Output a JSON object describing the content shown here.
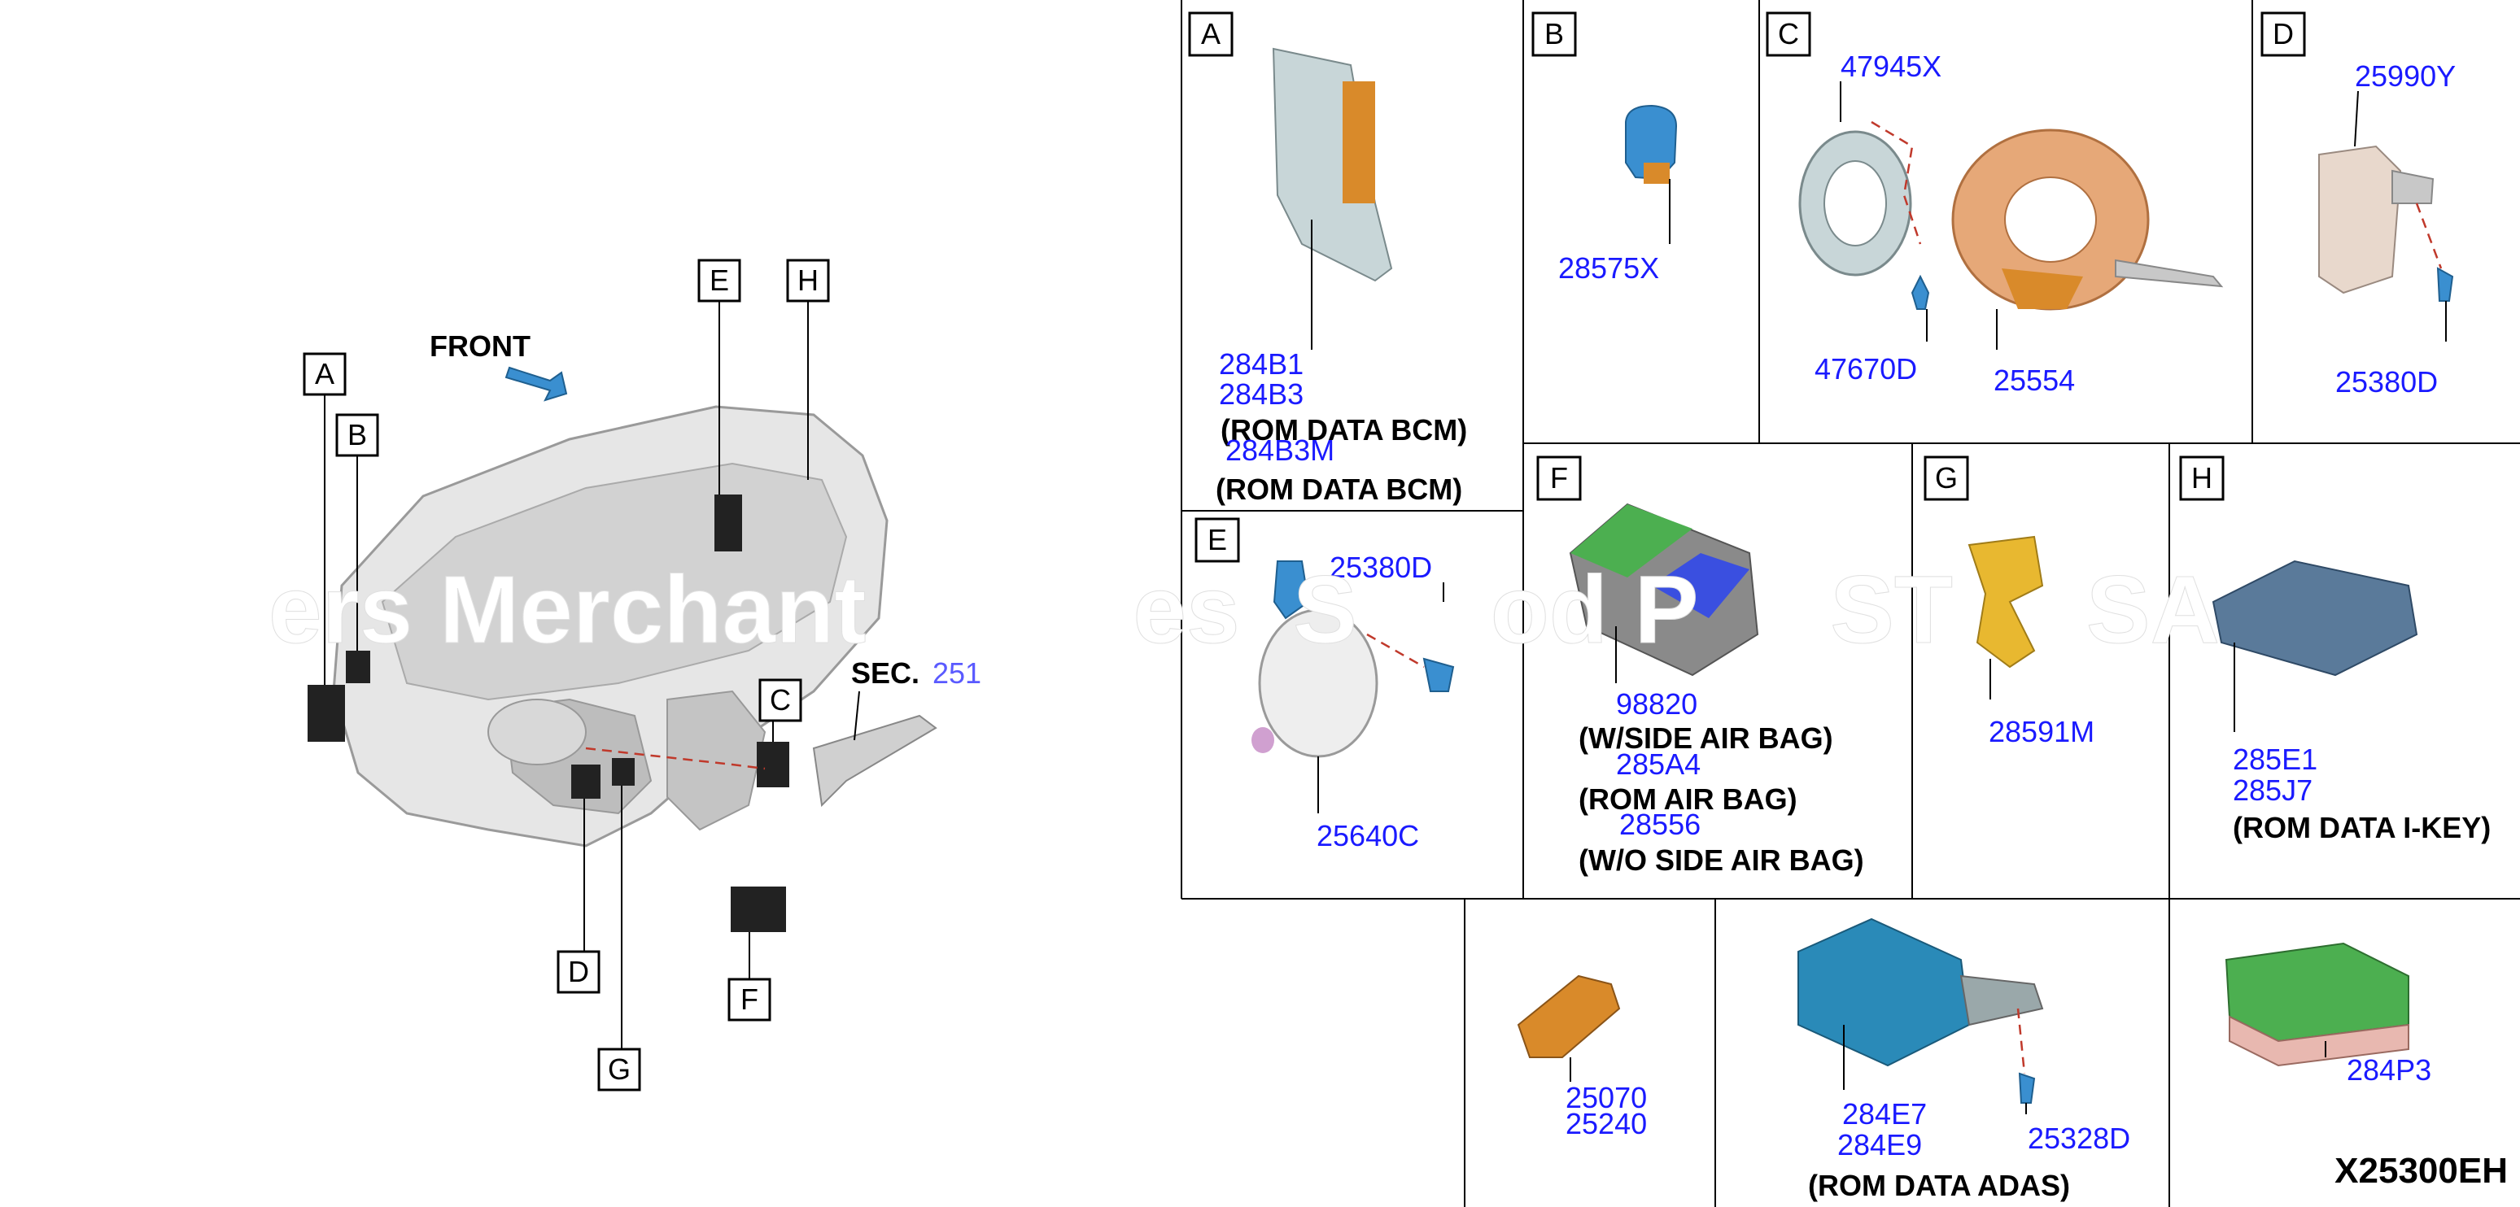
{
  "watermark": "ers Merchant          es  S     od P     ST     SA",
  "overview": {
    "front_label": "FRONT",
    "sec_label": "SEC.",
    "sec_number": "251",
    "callouts": {
      "A": "A",
      "B": "B",
      "C": "C",
      "D": "D",
      "E": "E",
      "F": "F",
      "G": "G",
      "H": "H"
    }
  },
  "panels": {
    "A": {
      "letter": "A",
      "parts": [
        "284B1",
        "284B3",
        "284B3M"
      ],
      "notes": [
        "(ROM DATA BCM)",
        "(ROM DATA BCM)"
      ]
    },
    "B": {
      "letter": "B",
      "parts": [
        "28575X"
      ]
    },
    "C": {
      "letter": "C",
      "parts": [
        "47945X",
        "47670D",
        "25554"
      ]
    },
    "D": {
      "letter": "D",
      "parts": [
        "25990Y",
        "25380D"
      ]
    },
    "E": {
      "letter": "E",
      "parts": [
        "25380D",
        "25640C"
      ]
    },
    "F": {
      "letter": "F",
      "parts": [
        "98820",
        "285A4",
        "28556"
      ],
      "notes": [
        "(W/SIDE AIR BAG)",
        "(ROM AIR BAG)",
        "(W/O SIDE AIR BAG)"
      ]
    },
    "G": {
      "letter": "G",
      "parts": [
        "28591M"
      ]
    },
    "H": {
      "letter": "H",
      "parts": [
        "285E1",
        "285J7"
      ],
      "notes": [
        "(ROM DATA I-KEY)"
      ]
    },
    "row3": {
      "sensor_parts": [
        "25070",
        "25240"
      ],
      "adas_parts": [
        "284E7",
        "284E9",
        "25328D"
      ],
      "adas_note": "(ROM DATA ADAS)",
      "module_part": "284P3"
    }
  },
  "diagram_code": "X25300EH",
  "colors": {
    "part_number": "#1a1aff",
    "sec_number": "#5a5aff",
    "part_blue": "#3a8fd0",
    "part_orange": "#d98a2a",
    "part_gray": "#c8c8c8",
    "part_green": "#4caf50",
    "part_yellow": "#e8b830",
    "leader_dash": "#c0392b"
  }
}
